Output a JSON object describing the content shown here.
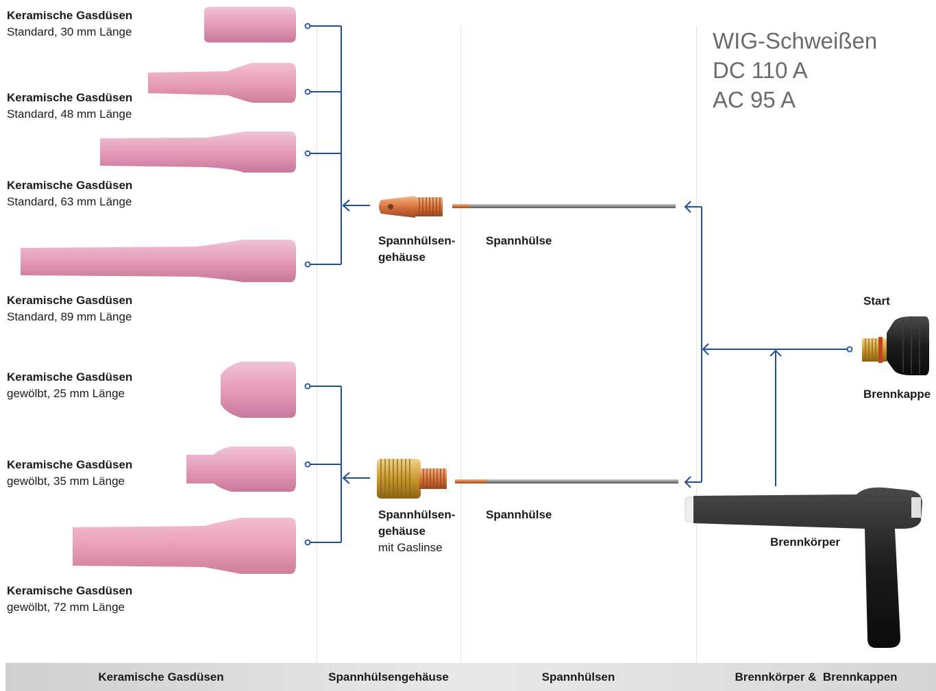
{
  "title": {
    "line1": "WIG-Schweißen",
    "line2": "DC 110 A",
    "line3": "AC 95 A"
  },
  "nozzles": [
    {
      "name": "Keramische Gasdüsen",
      "spec": "Standard, 30 mm Länge"
    },
    {
      "name": "Keramische Gasdüsen",
      "spec": "Standard, 48 mm Länge"
    },
    {
      "name": "Keramische Gasdüsen",
      "spec": "Standard, 63 mm Länge"
    },
    {
      "name": "Keramische Gasdüsen",
      "spec": "Standard, 89 mm Länge"
    },
    {
      "name": "Keramische Gasdüsen",
      "spec": "gewölbt, 25 mm Länge"
    },
    {
      "name": "Keramische Gasdüsen",
      "spec": "gewölbt, 35 mm Länge"
    },
    {
      "name": "Keramische Gasdüsen",
      "spec": "gewölbt, 72 mm Länge"
    }
  ],
  "collet_body_1": {
    "line1": "Spannhülsen-",
    "line2": "gehäuse"
  },
  "collet_body_2": {
    "line1": "Spannhülsen-",
    "line2": "gehäuse",
    "line3": "mit Gaslinse"
  },
  "collet_1": "Spannhülse",
  "collet_2": "Spannhülse",
  "cap_top": "Start",
  "cap_bottom": "Brennkappe",
  "torch": "Brennkörper",
  "footer": [
    "Keramische Gasdüsen",
    "Spannhülsengehäuse",
    "Spannhülsen",
    "Brennkörper &  Brennkappen"
  ],
  "colors": {
    "connector": "#1f4e9a",
    "nozzle": "#e6a2bf",
    "copper": "#d9773f",
    "brass": "#d2a43c",
    "torch": "#1c1c1c"
  }
}
